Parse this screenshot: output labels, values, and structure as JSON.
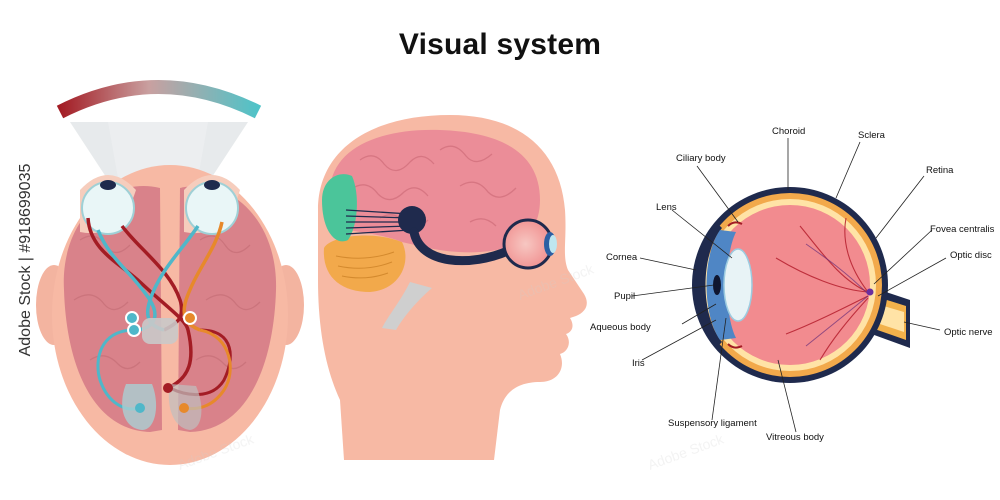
{
  "title": "Visual system",
  "stock_id": "Adobe Stock | #918699035",
  "labels": {
    "choroid": "Choroid",
    "sclera": "Sclera",
    "ciliary_body": "Ciliary body",
    "retina": "Retina",
    "lens": "Lens",
    "fovea_centralis": "Fovea centralis",
    "cornea": "Cornea",
    "optic_disc": "Optic disc",
    "pupil": "Pupil",
    "aqueous_body": "Aqueous body",
    "optic_nerve": "Optic nerve",
    "iris": "Iris",
    "suspensory_ligament": "Suspensory ligament",
    "vitreous_body": "Vitreous body"
  },
  "colors": {
    "skin": "#f7b9a4",
    "brain": "#d9828a",
    "left_pathway": "#a31c24",
    "right_pathway": "#4fb7c9",
    "orange_pathway": "#e7892b",
    "navy": "#1f2a4d",
    "visual_cortex": "#4bc59a",
    "cerebellum": "#f2a94b"
  }
}
